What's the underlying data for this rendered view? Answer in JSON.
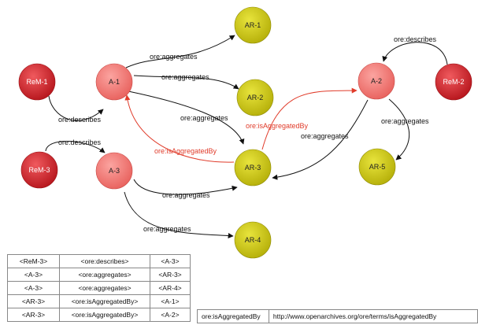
{
  "nodes": [
    {
      "id": "ReM-1",
      "label": "ReM-1",
      "kind": "rem"
    },
    {
      "id": "ReM-2",
      "label": "ReM-2",
      "kind": "rem"
    },
    {
      "id": "ReM-3",
      "label": "ReM-3",
      "kind": "rem"
    },
    {
      "id": "A-1",
      "label": "A-1",
      "kind": "aggregation"
    },
    {
      "id": "A-2",
      "label": "A-2",
      "kind": "aggregation"
    },
    {
      "id": "A-3",
      "label": "A-3",
      "kind": "aggregation"
    },
    {
      "id": "AR-1",
      "label": "AR-1",
      "kind": "resource"
    },
    {
      "id": "AR-2",
      "label": "AR-2",
      "kind": "resource"
    },
    {
      "id": "AR-3",
      "label": "AR-3",
      "kind": "resource"
    },
    {
      "id": "AR-4",
      "label": "AR-4",
      "kind": "resource"
    },
    {
      "id": "AR-5",
      "label": "AR-5",
      "kind": "resource"
    }
  ],
  "edges": [
    {
      "from": "ReM-1",
      "to": "A-1",
      "label": "ore:describes",
      "color": "black"
    },
    {
      "from": "ReM-2",
      "to": "A-2",
      "label": "ore:describes",
      "color": "black"
    },
    {
      "from": "ReM-3",
      "to": "A-3",
      "label": "ore:describes",
      "color": "black"
    },
    {
      "from": "A-1",
      "to": "AR-1",
      "label": "ore:aggregates",
      "color": "black"
    },
    {
      "from": "A-1",
      "to": "AR-2",
      "label": "ore:aggregates",
      "color": "black"
    },
    {
      "from": "A-1",
      "to": "AR-3",
      "label": "ore:aggregates",
      "color": "black"
    },
    {
      "from": "A-3",
      "to": "AR-3",
      "label": "ore:aggregates",
      "color": "black"
    },
    {
      "from": "A-3",
      "to": "AR-4",
      "label": "ore:aggregates",
      "color": "black"
    },
    {
      "from": "A-2",
      "to": "AR-3",
      "label": "ore:aggregates",
      "color": "black"
    },
    {
      "from": "A-2",
      "to": "AR-5",
      "label": "ore:aggregates",
      "color": "black"
    },
    {
      "from": "AR-3",
      "to": "A-1",
      "label": "ore:isAggregatedBy",
      "color": "red"
    },
    {
      "from": "AR-3",
      "to": "A-2",
      "label": "ore:isAggregatedBy",
      "color": "red"
    }
  ],
  "triples": [
    [
      "<ReM-3>",
      "<ore:describes>",
      "<A-3>"
    ],
    [
      "<A-3>",
      "<ore:aggregates>",
      "<AR-3>"
    ],
    [
      "<A-3>",
      "<ore:aggregates>",
      "<AR-4>"
    ],
    [
      "<AR-3>",
      "<ore:isAggregatedBy>",
      "<A-1>"
    ],
    [
      "<AR-3>",
      "<ore:isAggregatedBy>",
      "<A-2>"
    ]
  ],
  "definition": {
    "term": "ore:isAggregatedBy",
    "uri": "http://www.openarchives.org/ore/terms/isAggregatedBy"
  },
  "colors": {
    "rem": "#c81f25",
    "aggregation": "#f07c78",
    "resource": "#c9c414",
    "red_edge": "#e03b2a",
    "black_edge": "#111111"
  }
}
